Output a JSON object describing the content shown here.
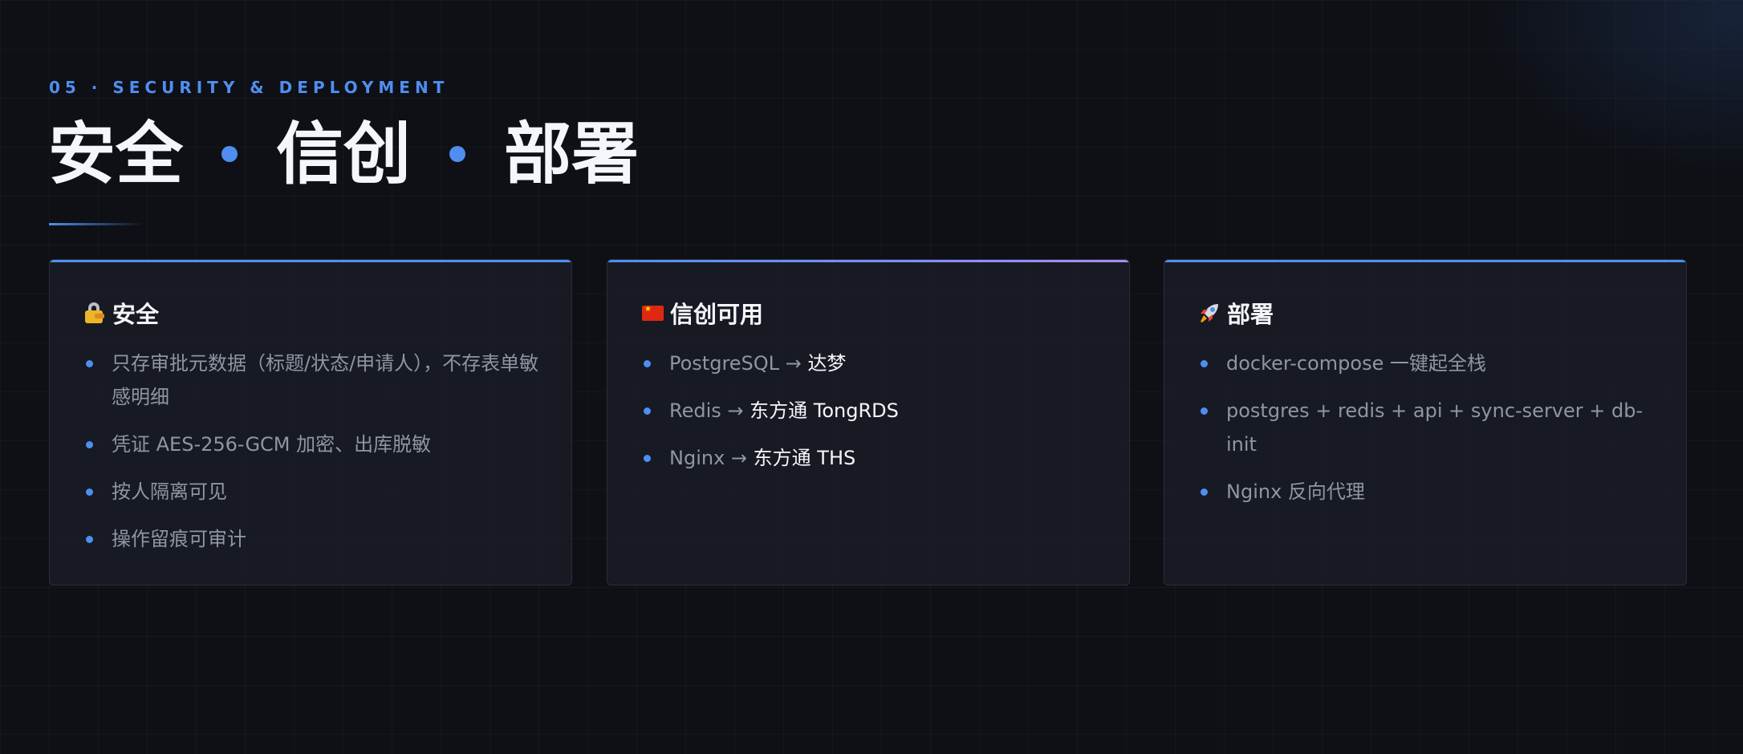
{
  "header": {
    "kicker": "05 · SECURITY & DEPLOYMENT",
    "title_parts": [
      "安全",
      "信创",
      "部署"
    ]
  },
  "colors": {
    "accent": "#4f8ef0",
    "accent_purple": "#a78bfa",
    "background": "#0e1016"
  },
  "cards": [
    {
      "icon": "lock-icon",
      "title": "安全",
      "items": [
        {
          "text": "只存审批元数据（标题/状态/申请人），不存表单敏感明细"
        },
        {
          "text": "凭证 AES-256-GCM 加密、出库脱敏"
        },
        {
          "text": "按人隔离可见"
        },
        {
          "text": "操作留痕可审计"
        }
      ]
    },
    {
      "icon": "china-flag-icon",
      "title": "信创可用",
      "items": [
        {
          "from": "PostgreSQL →",
          "to": "达梦"
        },
        {
          "from": "Redis →",
          "to": "东方通 TongRDS"
        },
        {
          "from": "Nginx →",
          "to": "东方通 THS"
        }
      ]
    },
    {
      "icon": "rocket-icon",
      "title": "部署",
      "items": [
        {
          "text": "docker-compose 一键起全栈"
        },
        {
          "text": "postgres + redis + api + sync-server + db-init"
        },
        {
          "text": "Nginx 反向代理"
        }
      ]
    }
  ]
}
